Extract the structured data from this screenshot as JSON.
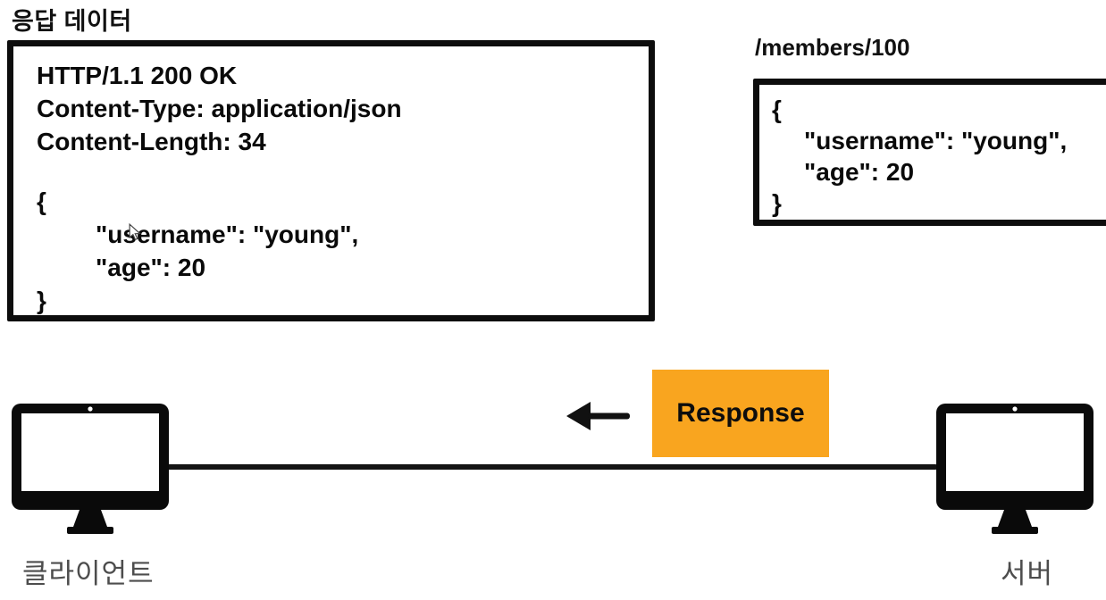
{
  "diagram_title": "응답 데이터",
  "http_response_box": {
    "status_line": "HTTP/1.1 200 OK",
    "headers": [
      "Content-Type: application/json",
      "Content-Length: 34"
    ],
    "body": {
      "open_brace": "{",
      "entries": [
        "\"username\": \"young\",",
        "\"age\": 20"
      ],
      "close_brace": "}"
    }
  },
  "server_resource": {
    "path_label": "/members/100",
    "json_box": {
      "open_brace": "{",
      "entries": [
        "\"username\": \"young\",",
        "\"age\": 20"
      ],
      "close_brace": "}"
    }
  },
  "message_flow": {
    "label": "Response",
    "direction": "left",
    "accent_color": "#F9A51F"
  },
  "endpoints": {
    "client_label": "클라이언트",
    "server_label": "서버"
  },
  "icons": {
    "arrow": "arrow-left-icon",
    "client": "client-monitor-icon",
    "server": "server-monitor-icon",
    "cursor": "mouse-cursor-icon"
  },
  "colors": {
    "box_border": "#0d0d0d",
    "endpoint_label_gray": "#4d4d4d"
  }
}
